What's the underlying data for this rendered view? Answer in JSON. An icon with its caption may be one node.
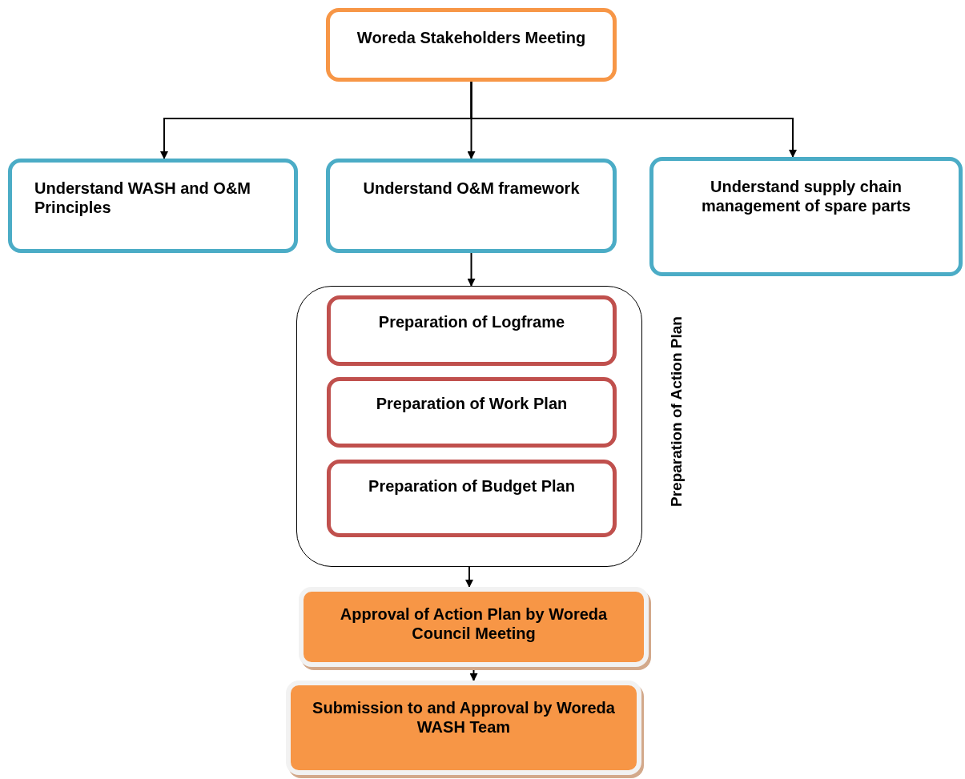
{
  "diagram": {
    "nodes": [
      {
        "text": [
          "Woreda Stakeholders Meeting"
        ]
      },
      {
        "text": [
          "Understand WASH and O&M Principles"
        ]
      },
      {
        "text": [
          "Understand O&M framework"
        ]
      },
      {
        "text": [
          "Understand supply chain management of spare parts"
        ]
      },
      {
        "text": [
          "Preparation of Action Plan"
        ]
      },
      {
        "text": [
          "Preparation of Logframe"
        ],
        "in": 4
      },
      {
        "text": [
          "Preparation of Work Plan"
        ],
        "in": 4
      },
      {
        "text": [
          "Preparation of Budget Plan"
        ],
        "in": 4
      },
      {
        "text": [
          "Approval of Action Plan by Woreda Council Meeting"
        ]
      },
      {
        "text": [
          "Submission to and Approval by Woreda WASH Team"
        ]
      }
    ],
    "edges": [
      {
        "from": 0,
        "to": 1,
        "arrow": "to"
      },
      {
        "from": 0,
        "to": 2,
        "arrow": "to"
      },
      {
        "from": 0,
        "to": 3,
        "arrow": "to"
      },
      {
        "from": 2,
        "to": 4,
        "arrow": "to"
      },
      {
        "from": 4,
        "to": 8,
        "arrow": "to"
      },
      {
        "from": 8,
        "to": 9,
        "arrow": "to"
      }
    ]
  }
}
